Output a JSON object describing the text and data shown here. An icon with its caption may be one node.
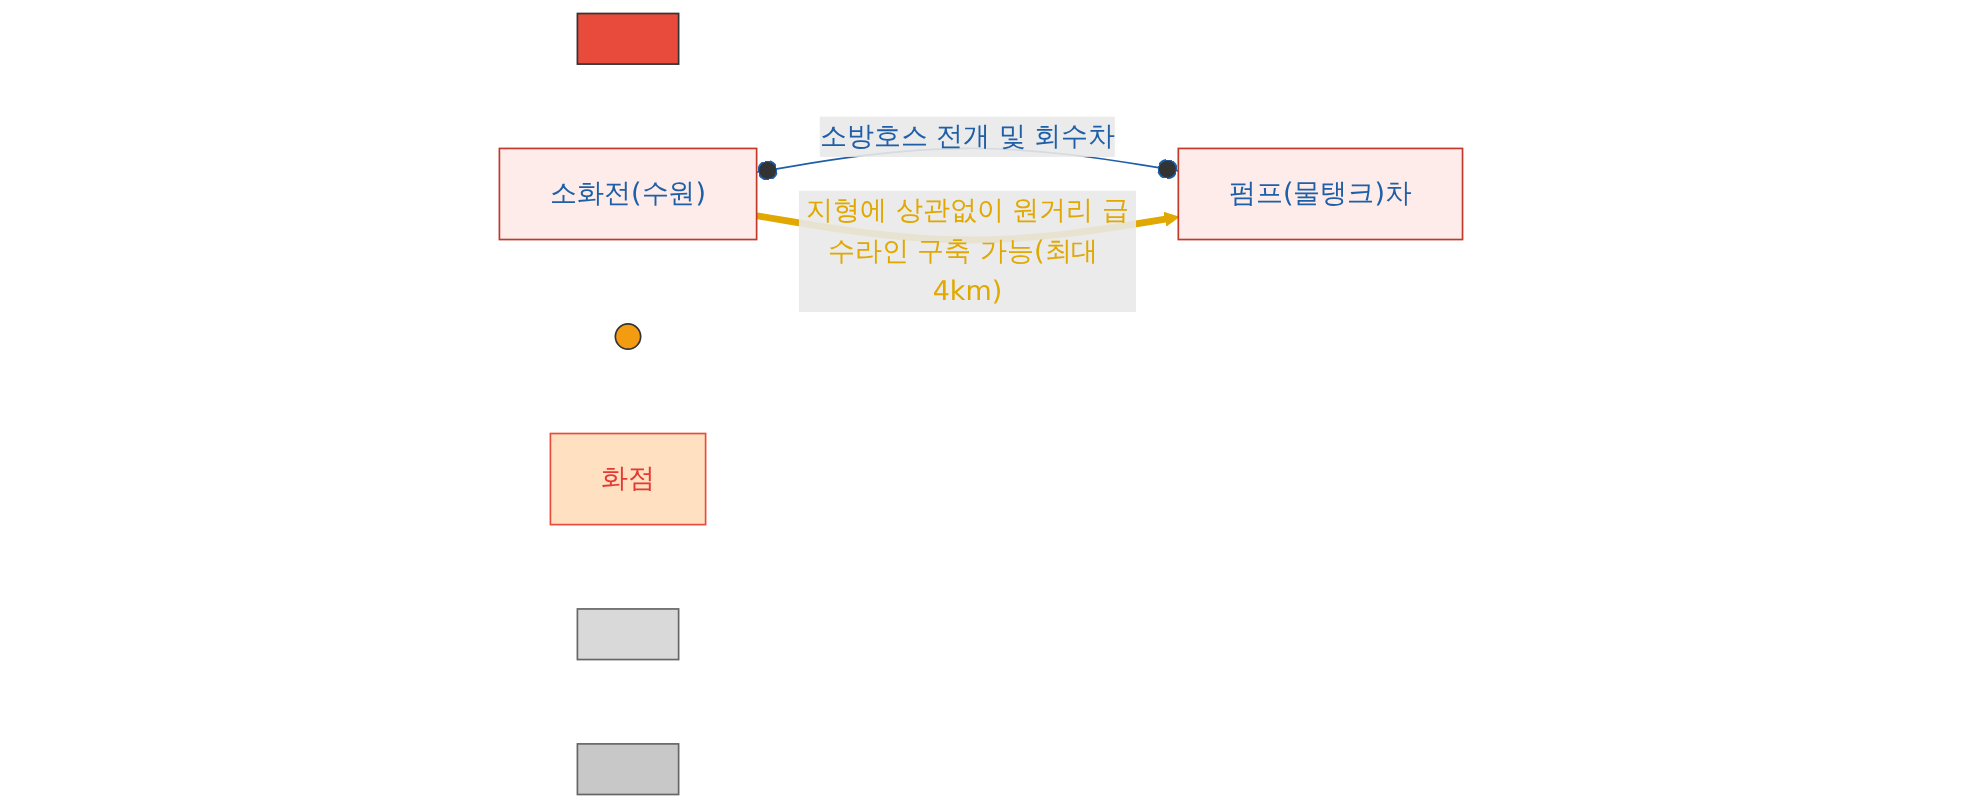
{
  "diagram": {
    "nodes": [
      {
        "text": [],
        "shape": "box"
      },
      {
        "text": [
          "소화전(수원)"
        ]
      },
      {
        "text": [
          "펌프(물탱크)차"
        ]
      },
      {
        "text": [],
        "shape": "person"
      },
      {
        "text": [
          "화점"
        ]
      },
      {
        "text": [],
        "shape": "box"
      },
      {
        "text": [],
        "shape": "box"
      }
    ],
    "edges": [
      {
        "from": 1,
        "to": 2,
        "arrow": "other",
        "label": "소방호스 전개 및 회수차",
        "color": "#1f5fa8"
      },
      {
        "from": 1,
        "to": 2,
        "arrow": "to",
        "label": "지형에 상관없이 원거리 급수라인 구축 가능(최대 4km)",
        "style": "thick",
        "color": "#e0a800"
      }
    ]
  }
}
